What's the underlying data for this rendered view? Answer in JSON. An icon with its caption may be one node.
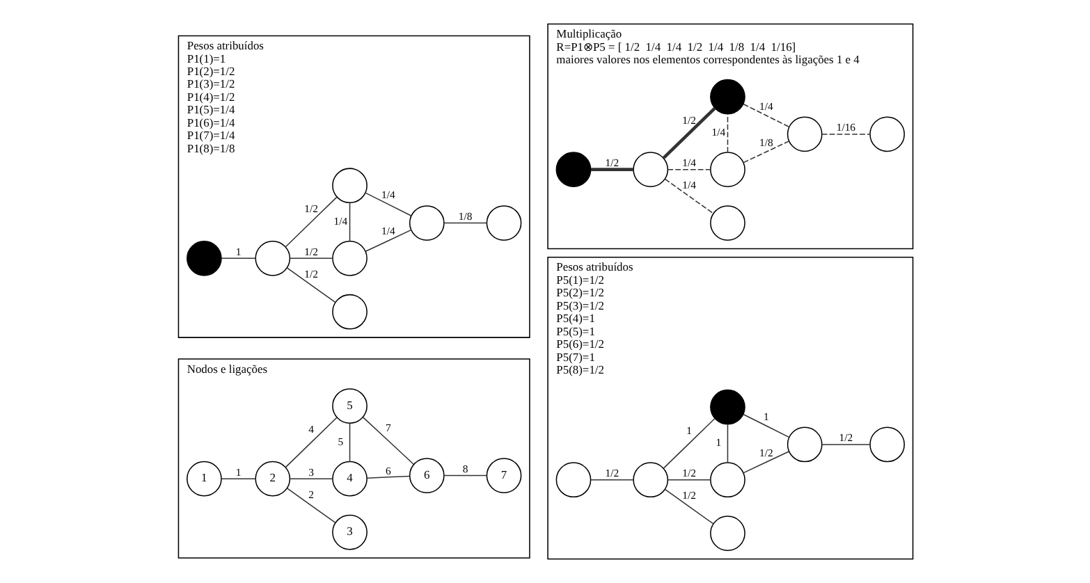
{
  "diagram": {
    "nodes": [
      {
        "text": [
          "Nodos e ligações"
        ]
      },
      {
        "text": [
          "1"
        ],
        "in": 0
      },
      {
        "text": [
          "2"
        ],
        "in": 0
      },
      {
        "text": [
          "3"
        ],
        "in": 0
      },
      {
        "text": [
          "4"
        ],
        "in": 0
      },
      {
        "text": [
          "5"
        ],
        "in": 0
      },
      {
        "text": [
          "6"
        ],
        "in": 0
      },
      {
        "text": [
          "7"
        ],
        "in": 0
      },
      {
        "text": [
          "Pesos atribuídos",
          "P5(1)=1/2",
          "P5(2)=1/2",
          "P5(3)=1/2",
          "P5(4)=1",
          "P5(5)=1",
          "P5(6)=1/2",
          "P5(7)=1",
          "P5(8)=1/2"
        ]
      },
      {
        "text": [],
        "shape": "circle",
        "in": 8
      },
      {
        "text": [],
        "shape": "circle",
        "in": 8
      },
      {
        "text": [],
        "shape": "circle",
        "in": 8
      },
      {
        "text": [],
        "shape": "circle",
        "in": 8
      },
      {
        "text": [],
        "shape": "circle",
        "in": 8
      },
      {
        "text": [],
        "shape": "circle",
        "in": 8
      },
      {
        "text": [],
        "shape": "circle",
        "in": 8
      },
      {
        "text": [
          "Pesos atribuídos",
          "P1(1)=1",
          "P1(2)=1/2",
          "P1(3)=1/2",
          "P1(4)=1/2",
          "P1(5)=1/4",
          "P1(6)=1/4",
          "P1(7)=1/4",
          "P1(8)=1/8"
        ]
      },
      {
        "text": [],
        "shape": "circle",
        "in": 16
      },
      {
        "text": [],
        "shape": "circle",
        "in": 16
      },
      {
        "text": [],
        "shape": "circle",
        "in": 16
      },
      {
        "text": [],
        "shape": "circle",
        "in": 16
      },
      {
        "text": [],
        "shape": "circle",
        "in": 16
      },
      {
        "text": [],
        "shape": "circle",
        "in": 16
      },
      {
        "text": [],
        "shape": "circle",
        "in": 16
      },
      {
        "text": [
          "Multiplicação",
          "R=P1⊗P5 = [ 1/2  1/4  1/4  1/2  1/4  1/8  1/4  1/16]",
          "maiores valores nos elementos correspondentes às ligações 1 e 4"
        ]
      },
      {
        "text": [],
        "shape": "circle",
        "in": 24
      },
      {
        "text": [],
        "shape": "circle",
        "in": 24
      },
      {
        "text": [],
        "shape": "circle",
        "in": 24
      },
      {
        "text": [],
        "shape": "circle",
        "in": 24
      },
      {
        "text": [],
        "shape": "circle",
        "in": 24
      },
      {
        "text": [],
        "shape": "circle",
        "in": 24
      },
      {
        "text": [],
        "shape": "circle",
        "in": 24
      }
    ],
    "edges": [
      {
        "from": 1,
        "to": 2,
        "arrow": "none",
        "label": "1"
      },
      {
        "from": 2,
        "to": 3,
        "arrow": "none",
        "label": "2"
      },
      {
        "from": 2,
        "to": 4,
        "arrow": "none",
        "label": "3"
      },
      {
        "from": 2,
        "to": 5,
        "arrow": "none",
        "label": "4"
      },
      {
        "from": 4,
        "to": 5,
        "arrow": "none",
        "label": "5"
      },
      {
        "from": 4,
        "to": 6,
        "arrow": "none",
        "label": "6"
      },
      {
        "from": 5,
        "to": 6,
        "arrow": "none",
        "label": "7"
      },
      {
        "from": 6,
        "to": 7,
        "arrow": "none",
        "label": "8"
      },
      {
        "from": 9,
        "to": 10,
        "arrow": "none",
        "label": "1/2"
      },
      {
        "from": 10,
        "to": 11,
        "arrow": "none",
        "label": "1/2"
      },
      {
        "from": 10,
        "to": 12,
        "arrow": "none",
        "label": "1/2"
      },
      {
        "from": 10,
        "to": 13,
        "arrow": "none",
        "label": "1"
      },
      {
        "from": 12,
        "to": 13,
        "arrow": "none",
        "label": "1"
      },
      {
        "from": 12,
        "to": 14,
        "arrow": "none",
        "label": "1/2"
      },
      {
        "from": 13,
        "to": 14,
        "arrow": "none",
        "label": "1"
      },
      {
        "from": 14,
        "to": 15,
        "arrow": "none",
        "label": "1/2"
      },
      {
        "from": 17,
        "to": 18,
        "arrow": "none",
        "label": "1"
      },
      {
        "from": 18,
        "to": 19,
        "arrow": "none",
        "label": "1/2"
      },
      {
        "from": 18,
        "to": 20,
        "arrow": "none",
        "label": "1/2"
      },
      {
        "from": 18,
        "to": 21,
        "arrow": "none",
        "label": "1/2"
      },
      {
        "from": 20,
        "to": 21,
        "arrow": "none",
        "label": "1/4"
      },
      {
        "from": 20,
        "to": 22,
        "arrow": "none",
        "label": "1/4"
      },
      {
        "from": 21,
        "to": 22,
        "arrow": "none",
        "label": "1/4"
      },
      {
        "from": 22,
        "to": 23,
        "arrow": "none",
        "label": "1/8"
      },
      {
        "from": 25,
        "to": 26,
        "arrow": "none",
        "label": "1/2",
        "style": "thick"
      },
      {
        "from": 26,
        "to": 27,
        "arrow": "none",
        "label": "1/4",
        "style": "dashed"
      },
      {
        "from": 26,
        "to": 28,
        "arrow": "none",
        "label": "1/4",
        "style": "dashed"
      },
      {
        "from": 26,
        "to": 29,
        "arrow": "none",
        "label": "1/2",
        "style": "thick"
      },
      {
        "from": 28,
        "to": 29,
        "arrow": "none",
        "label": "1/4",
        "style": "dashed"
      },
      {
        "from": 28,
        "to": 30,
        "arrow": "none",
        "label": "1/8",
        "style": "dashed"
      },
      {
        "from": 29,
        "to": 30,
        "arrow": "none",
        "label": "1/4",
        "style": "dashed"
      },
      {
        "from": 30,
        "to": 31,
        "arrow": "none",
        "label": "1/16",
        "style": "dashed"
      }
    ]
  }
}
